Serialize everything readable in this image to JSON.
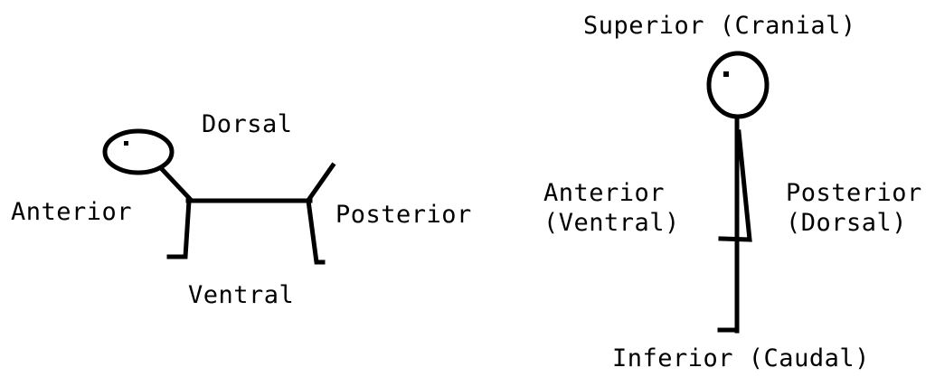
{
  "quadruped_labels": {
    "dorsal": "Dorsal",
    "anterior": "Anterior",
    "posterior": "Posterior",
    "ventral": "Ventral"
  },
  "biped_labels": {
    "superior": "Superior (Cranial)",
    "anterior_line1": "Anterior",
    "anterior_line2": "(Ventral)",
    "posterior_line1": "Posterior",
    "posterior_line2": "(Dorsal)",
    "inferior": "Inferior (Caudal)"
  },
  "colors": {
    "ink": "#000000",
    "background": "#ffffff"
  }
}
